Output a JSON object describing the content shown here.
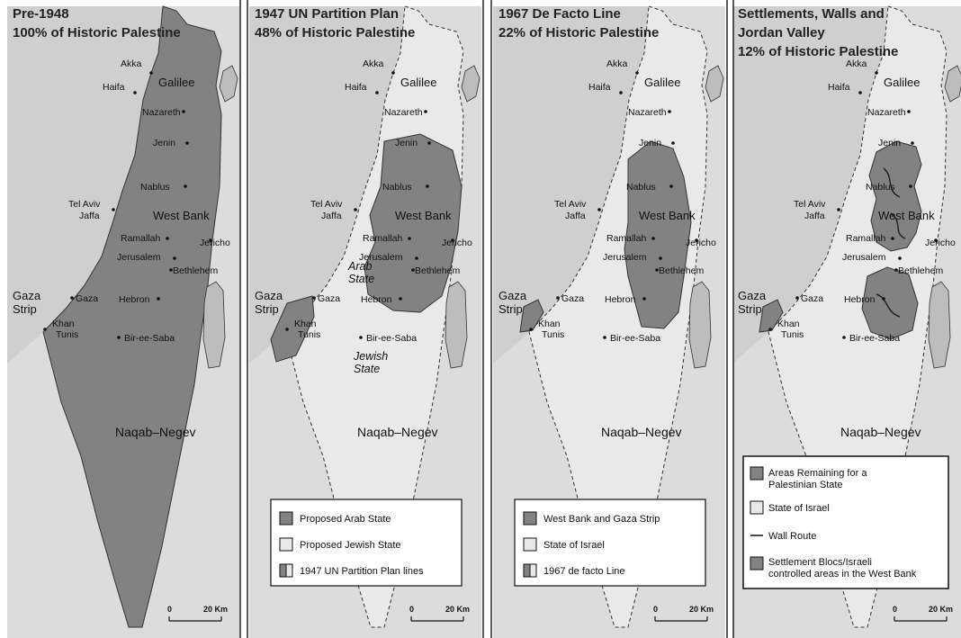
{
  "colors": {
    "sea": "#cfcfcf",
    "israel": "#e9e9e9",
    "palestine": "#828282",
    "jordan": "#dcdcdc",
    "lake": "#bdbdbd",
    "line": "#333333"
  },
  "places": {
    "akka": "Akka",
    "haifa": "Haifa",
    "galilee": "Galilee",
    "nazareth": "Nazareth",
    "jenin": "Jenin",
    "nablus": "Nablus",
    "tel_aviv": "Tel Aviv",
    "jaffa": "Jaffa",
    "west_bank": "West Bank",
    "ramallah": "Ramallah",
    "jericho": "Jericho",
    "jerusalem": "Jerusalem",
    "bethlehem": "Bethlehem",
    "gaza": "Gaza",
    "gaza_strip_1": "Gaza",
    "gaza_strip_2": "Strip",
    "hebron": "Hebron",
    "khan": "Khan",
    "tunis": "Tunis",
    "bir": "Bir-ee-Saba",
    "negev": "Naqab–Negev",
    "arab_1": "Arab",
    "arab_2": "State",
    "jewish_1": "Jewish",
    "jewish_2": "State"
  },
  "scale": {
    "zero": "0",
    "km": "20 Km"
  },
  "panels": [
    {
      "title1": "Pre-1948",
      "title2": "100% of Historic Palestine"
    },
    {
      "title1": "1947 UN Partition Plan",
      "title2": "48% of Historic Palestine",
      "legend": [
        "Proposed Arab State",
        "Proposed Jewish State",
        "1947 UN Partition Plan lines"
      ]
    },
    {
      "title1": "1967 De Facto Line",
      "title2": "22% of Historic Palestine",
      "legend": [
        "West Bank and Gaza Strip",
        "State of Israel",
        "1967 de facto Line"
      ]
    },
    {
      "title1": "Settlements, Walls and",
      "title2": "Jordan Valley",
      "title3": "12% of Historic Palestine",
      "legend": [
        "Areas Remaining for a",
        "Palestinian State",
        "State of Israel",
        "Wall Route",
        "Settlement Blocs/Israeli",
        "controlled areas in the West Bank"
      ]
    }
  ]
}
